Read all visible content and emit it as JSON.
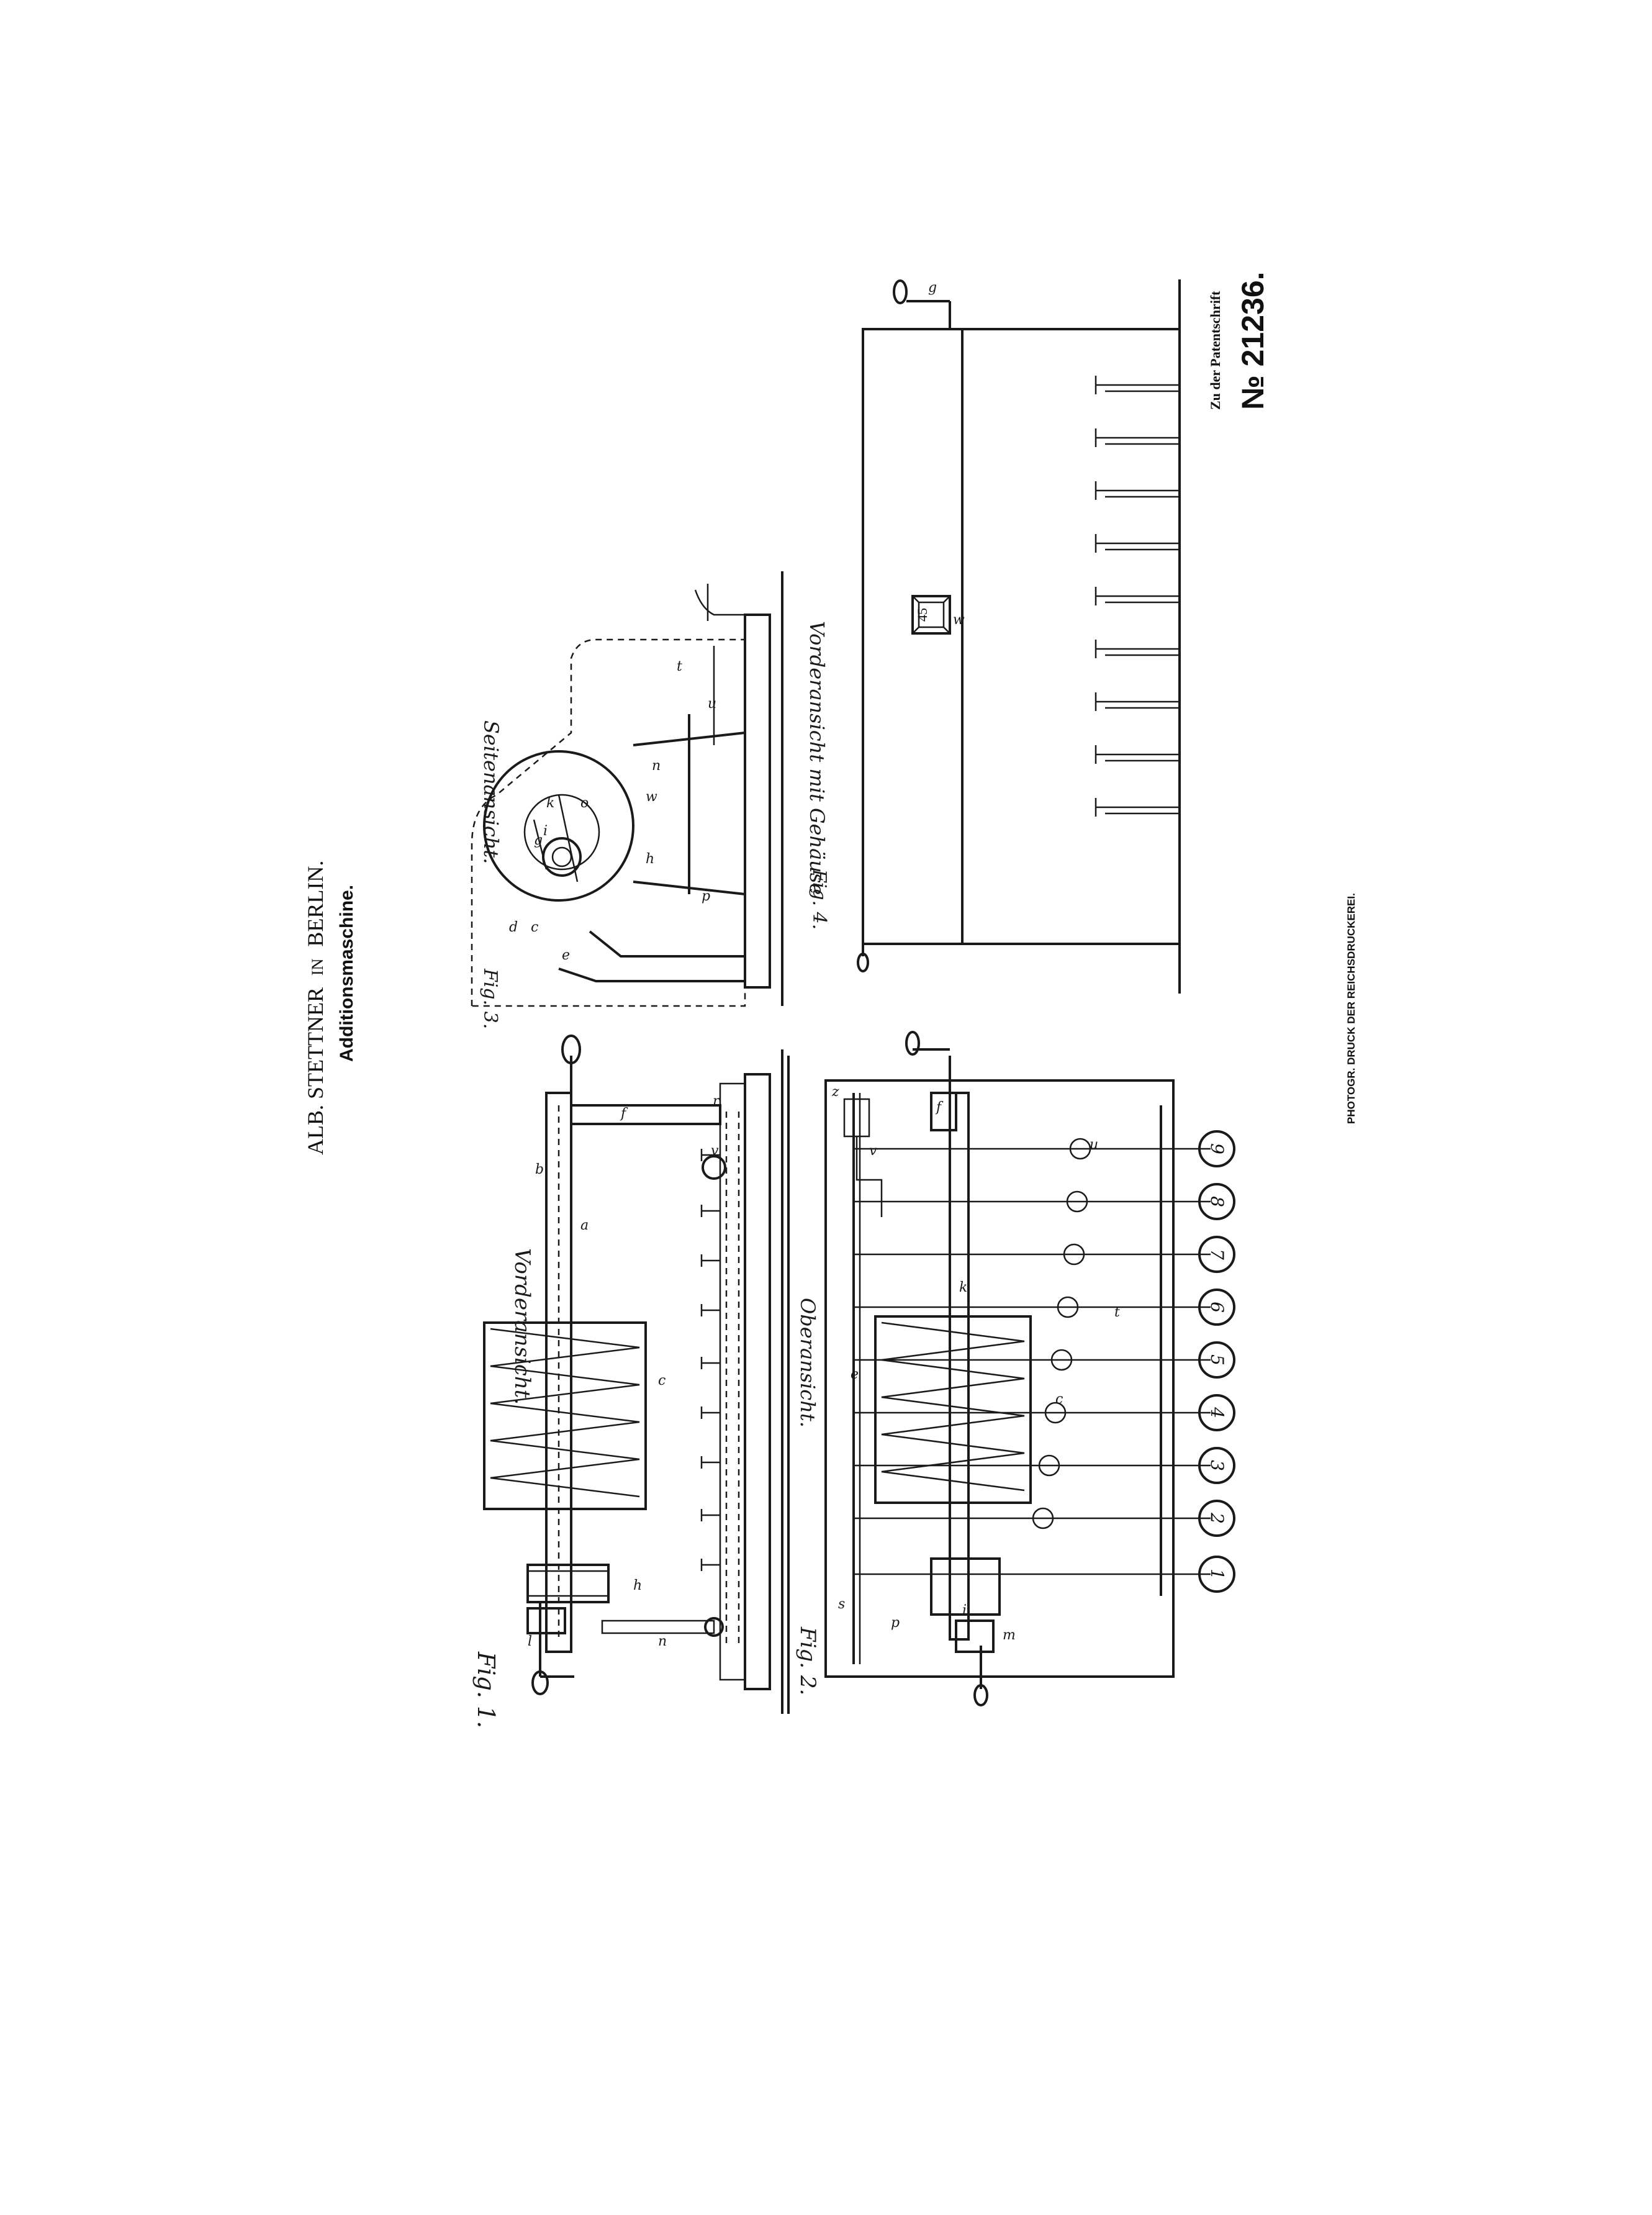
{
  "header": {
    "inventor": "ALB. STETTNER",
    "location_in": "IN",
    "city": "BERLIN.",
    "subject": "Additionsmaschine."
  },
  "patent": {
    "caption": "Zu der Patentschrift",
    "number": "№ 21236."
  },
  "printer": "PHOTOGR. DRUCK DER REICHSDRUCKEREI.",
  "figures": {
    "fig1": {
      "label": "Fig. 1.",
      "title": "Vorderansicht."
    },
    "fig2": {
      "label": "Fig. 2.",
      "title": "Oberansicht."
    },
    "fig3": {
      "label": "Fig. 3.",
      "title": "Seitenansicht."
    },
    "fig4": {
      "label": "Fig. 4.",
      "title": "Vorderansicht mit Gehäuse"
    }
  },
  "keys": [
    "1",
    "2",
    "3",
    "4",
    "5",
    "6",
    "7",
    "8",
    "9"
  ],
  "display_value": "45",
  "letters": {
    "a": "a",
    "b": "b",
    "c": "c",
    "d": "d",
    "e": "e",
    "f": "f",
    "g": "g",
    "h": "h",
    "i": "i",
    "k": "k",
    "l": "l",
    "m": "m",
    "n": "n",
    "o": "o",
    "p": "p",
    "r": "r",
    "s": "s",
    "t": "t",
    "u": "u",
    "v": "v",
    "w": "w",
    "z": "z"
  }
}
